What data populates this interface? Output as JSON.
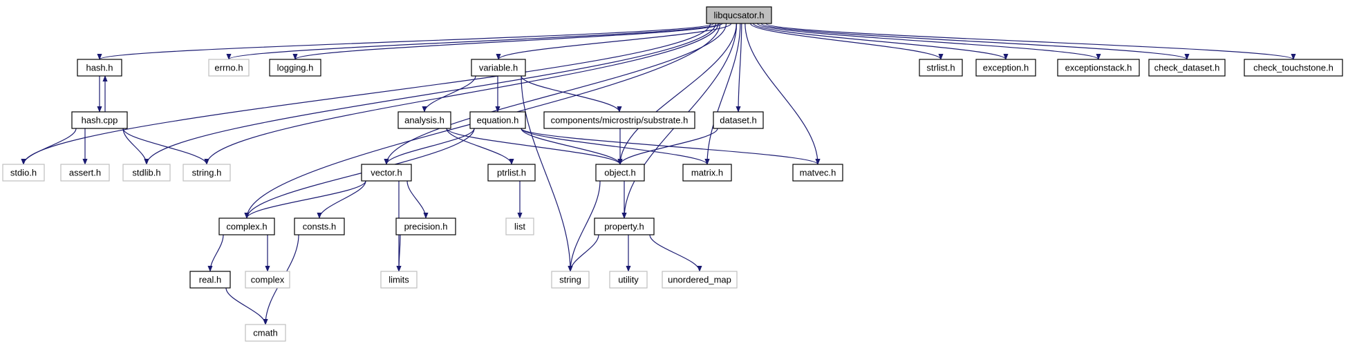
{
  "colors": {
    "edge": "#191970",
    "main_fill": "#bfbfbf",
    "node_border": "#000000",
    "external_border": "#bfbfbf",
    "background": "#ffffff"
  },
  "nodes": {
    "libqucsator": {
      "label": "libqucsator.h",
      "kind": "main"
    },
    "hash_h": {
      "label": "hash.h",
      "kind": "local"
    },
    "errno_h": {
      "label": "errno.h",
      "kind": "external"
    },
    "logging_h": {
      "label": "logging.h",
      "kind": "local"
    },
    "variable_h": {
      "label": "variable.h",
      "kind": "local"
    },
    "strlist_h": {
      "label": "strlist.h",
      "kind": "local"
    },
    "exception_h": {
      "label": "exception.h",
      "kind": "local"
    },
    "exceptionstack_h": {
      "label": "exceptionstack.h",
      "kind": "local"
    },
    "check_dataset_h": {
      "label": "check_dataset.h",
      "kind": "local"
    },
    "check_touchstone_h": {
      "label": "check_touchstone.h",
      "kind": "local"
    },
    "hash_cpp": {
      "label": "hash.cpp",
      "kind": "local"
    },
    "analysis_h": {
      "label": "analysis.h",
      "kind": "local"
    },
    "equation_h": {
      "label": "equation.h",
      "kind": "local"
    },
    "substrate_h": {
      "label": "components/microstrip/substrate.h",
      "kind": "local"
    },
    "dataset_h": {
      "label": "dataset.h",
      "kind": "local"
    },
    "stdio_h": {
      "label": "stdio.h",
      "kind": "external"
    },
    "assert_h": {
      "label": "assert.h",
      "kind": "external"
    },
    "stdlib_h": {
      "label": "stdlib.h",
      "kind": "external"
    },
    "string_h": {
      "label": "string.h",
      "kind": "external"
    },
    "vector_h": {
      "label": "vector.h",
      "kind": "local"
    },
    "ptrlist_h": {
      "label": "ptrlist.h",
      "kind": "local"
    },
    "object_h": {
      "label": "object.h",
      "kind": "local"
    },
    "matrix_h": {
      "label": "matrix.h",
      "kind": "local"
    },
    "matvec_h": {
      "label": "matvec.h",
      "kind": "local"
    },
    "complex_h": {
      "label": "complex.h",
      "kind": "local"
    },
    "consts_h": {
      "label": "consts.h",
      "kind": "local"
    },
    "precision_h": {
      "label": "precision.h",
      "kind": "local"
    },
    "list": {
      "label": "list",
      "kind": "external"
    },
    "property_h": {
      "label": "property.h",
      "kind": "local"
    },
    "real_h": {
      "label": "real.h",
      "kind": "local"
    },
    "complex": {
      "label": "complex",
      "kind": "external"
    },
    "limits": {
      "label": "limits",
      "kind": "external"
    },
    "string": {
      "label": "string",
      "kind": "external"
    },
    "utility": {
      "label": "utility",
      "kind": "external"
    },
    "unordered_map": {
      "label": "unordered_map",
      "kind": "external"
    },
    "cmath": {
      "label": "cmath",
      "kind": "external"
    }
  },
  "edges": [
    [
      "libqucsator",
      "hash_h"
    ],
    [
      "libqucsator",
      "errno_h"
    ],
    [
      "libqucsator",
      "logging_h"
    ],
    [
      "libqucsator",
      "variable_h"
    ],
    [
      "libqucsator",
      "strlist_h"
    ],
    [
      "libqucsator",
      "exception_h"
    ],
    [
      "libqucsator",
      "exceptionstack_h"
    ],
    [
      "libqucsator",
      "check_dataset_h"
    ],
    [
      "libqucsator",
      "check_touchstone_h"
    ],
    [
      "libqucsator",
      "stdio_h"
    ],
    [
      "libqucsator",
      "stdlib_h"
    ],
    [
      "libqucsator",
      "string_h"
    ],
    [
      "libqucsator",
      "complex_h"
    ],
    [
      "libqucsator",
      "vector_h"
    ],
    [
      "libqucsator",
      "dataset_h"
    ],
    [
      "libqucsator",
      "object_h"
    ],
    [
      "libqucsator",
      "matrix_h"
    ],
    [
      "libqucsator",
      "matvec_h"
    ],
    [
      "libqucsator",
      "property_h"
    ],
    [
      "hash_h",
      "hash_cpp"
    ],
    [
      "hash_cpp",
      "hash_h"
    ],
    [
      "hash_cpp",
      "stdio_h"
    ],
    [
      "hash_cpp",
      "assert_h"
    ],
    [
      "hash_cpp",
      "stdlib_h"
    ],
    [
      "hash_cpp",
      "string_h"
    ],
    [
      "variable_h",
      "analysis_h"
    ],
    [
      "variable_h",
      "equation_h"
    ],
    [
      "variable_h",
      "substrate_h"
    ],
    [
      "variable_h",
      "string"
    ],
    [
      "analysis_h",
      "ptrlist_h"
    ],
    [
      "analysis_h",
      "object_h"
    ],
    [
      "equation_h",
      "vector_h"
    ],
    [
      "equation_h",
      "complex_h"
    ],
    [
      "equation_h",
      "object_h"
    ],
    [
      "equation_h",
      "matrix_h"
    ],
    [
      "equation_h",
      "matvec_h"
    ],
    [
      "substrate_h",
      "object_h"
    ],
    [
      "dataset_h",
      "object_h"
    ],
    [
      "vector_h",
      "complex_h"
    ],
    [
      "vector_h",
      "consts_h"
    ],
    [
      "vector_h",
      "precision_h"
    ],
    [
      "vector_h",
      "limits"
    ],
    [
      "ptrlist_h",
      "list"
    ],
    [
      "object_h",
      "property_h"
    ],
    [
      "object_h",
      "string"
    ],
    [
      "complex_h",
      "real_h"
    ],
    [
      "complex_h",
      "complex"
    ],
    [
      "consts_h",
      "cmath"
    ],
    [
      "precision_h",
      "limits"
    ],
    [
      "real_h",
      "cmath"
    ],
    [
      "property_h",
      "string"
    ],
    [
      "property_h",
      "utility"
    ],
    [
      "property_h",
      "unordered_map"
    ]
  ]
}
